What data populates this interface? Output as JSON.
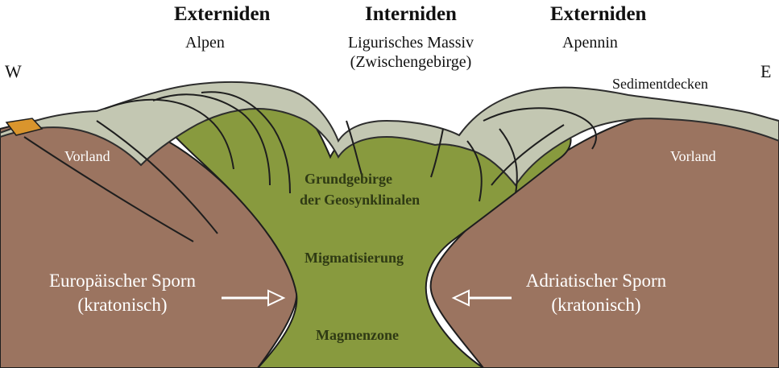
{
  "top": {
    "externiden_left": {
      "title": "Externiden",
      "sub": "Alpen"
    },
    "interniden": {
      "title": "Interniden",
      "sub1": "Ligurisches Massiv",
      "sub2": "(Zwischengebirge)"
    },
    "externiden_right": {
      "title": "Externiden",
      "sub": "Apennin"
    }
  },
  "compass": {
    "west": "W",
    "east": "E"
  },
  "layers": {
    "sediment": "Sedimentdecken",
    "foreland_left": "Vorland",
    "foreland_right": "Vorland",
    "basement_line1": "Grundgebirge",
    "basement_line2": "der Geosynklinalen",
    "migmatization": "Migmatisierung",
    "magma": "Magmenzone"
  },
  "spurs": {
    "european": {
      "line1": "Europäischer Sporn",
      "line2": "(kratonisch)"
    },
    "adriatic": {
      "line1": "Adriatischer Sporn",
      "line2": "(kratonisch)"
    }
  },
  "colors": {
    "craton": "#9b7460",
    "geosyncline": "#889a3e",
    "sediment": "#c3c7b2",
    "orange_patch": "#d9952d",
    "outline": "#1e1e1e"
  }
}
